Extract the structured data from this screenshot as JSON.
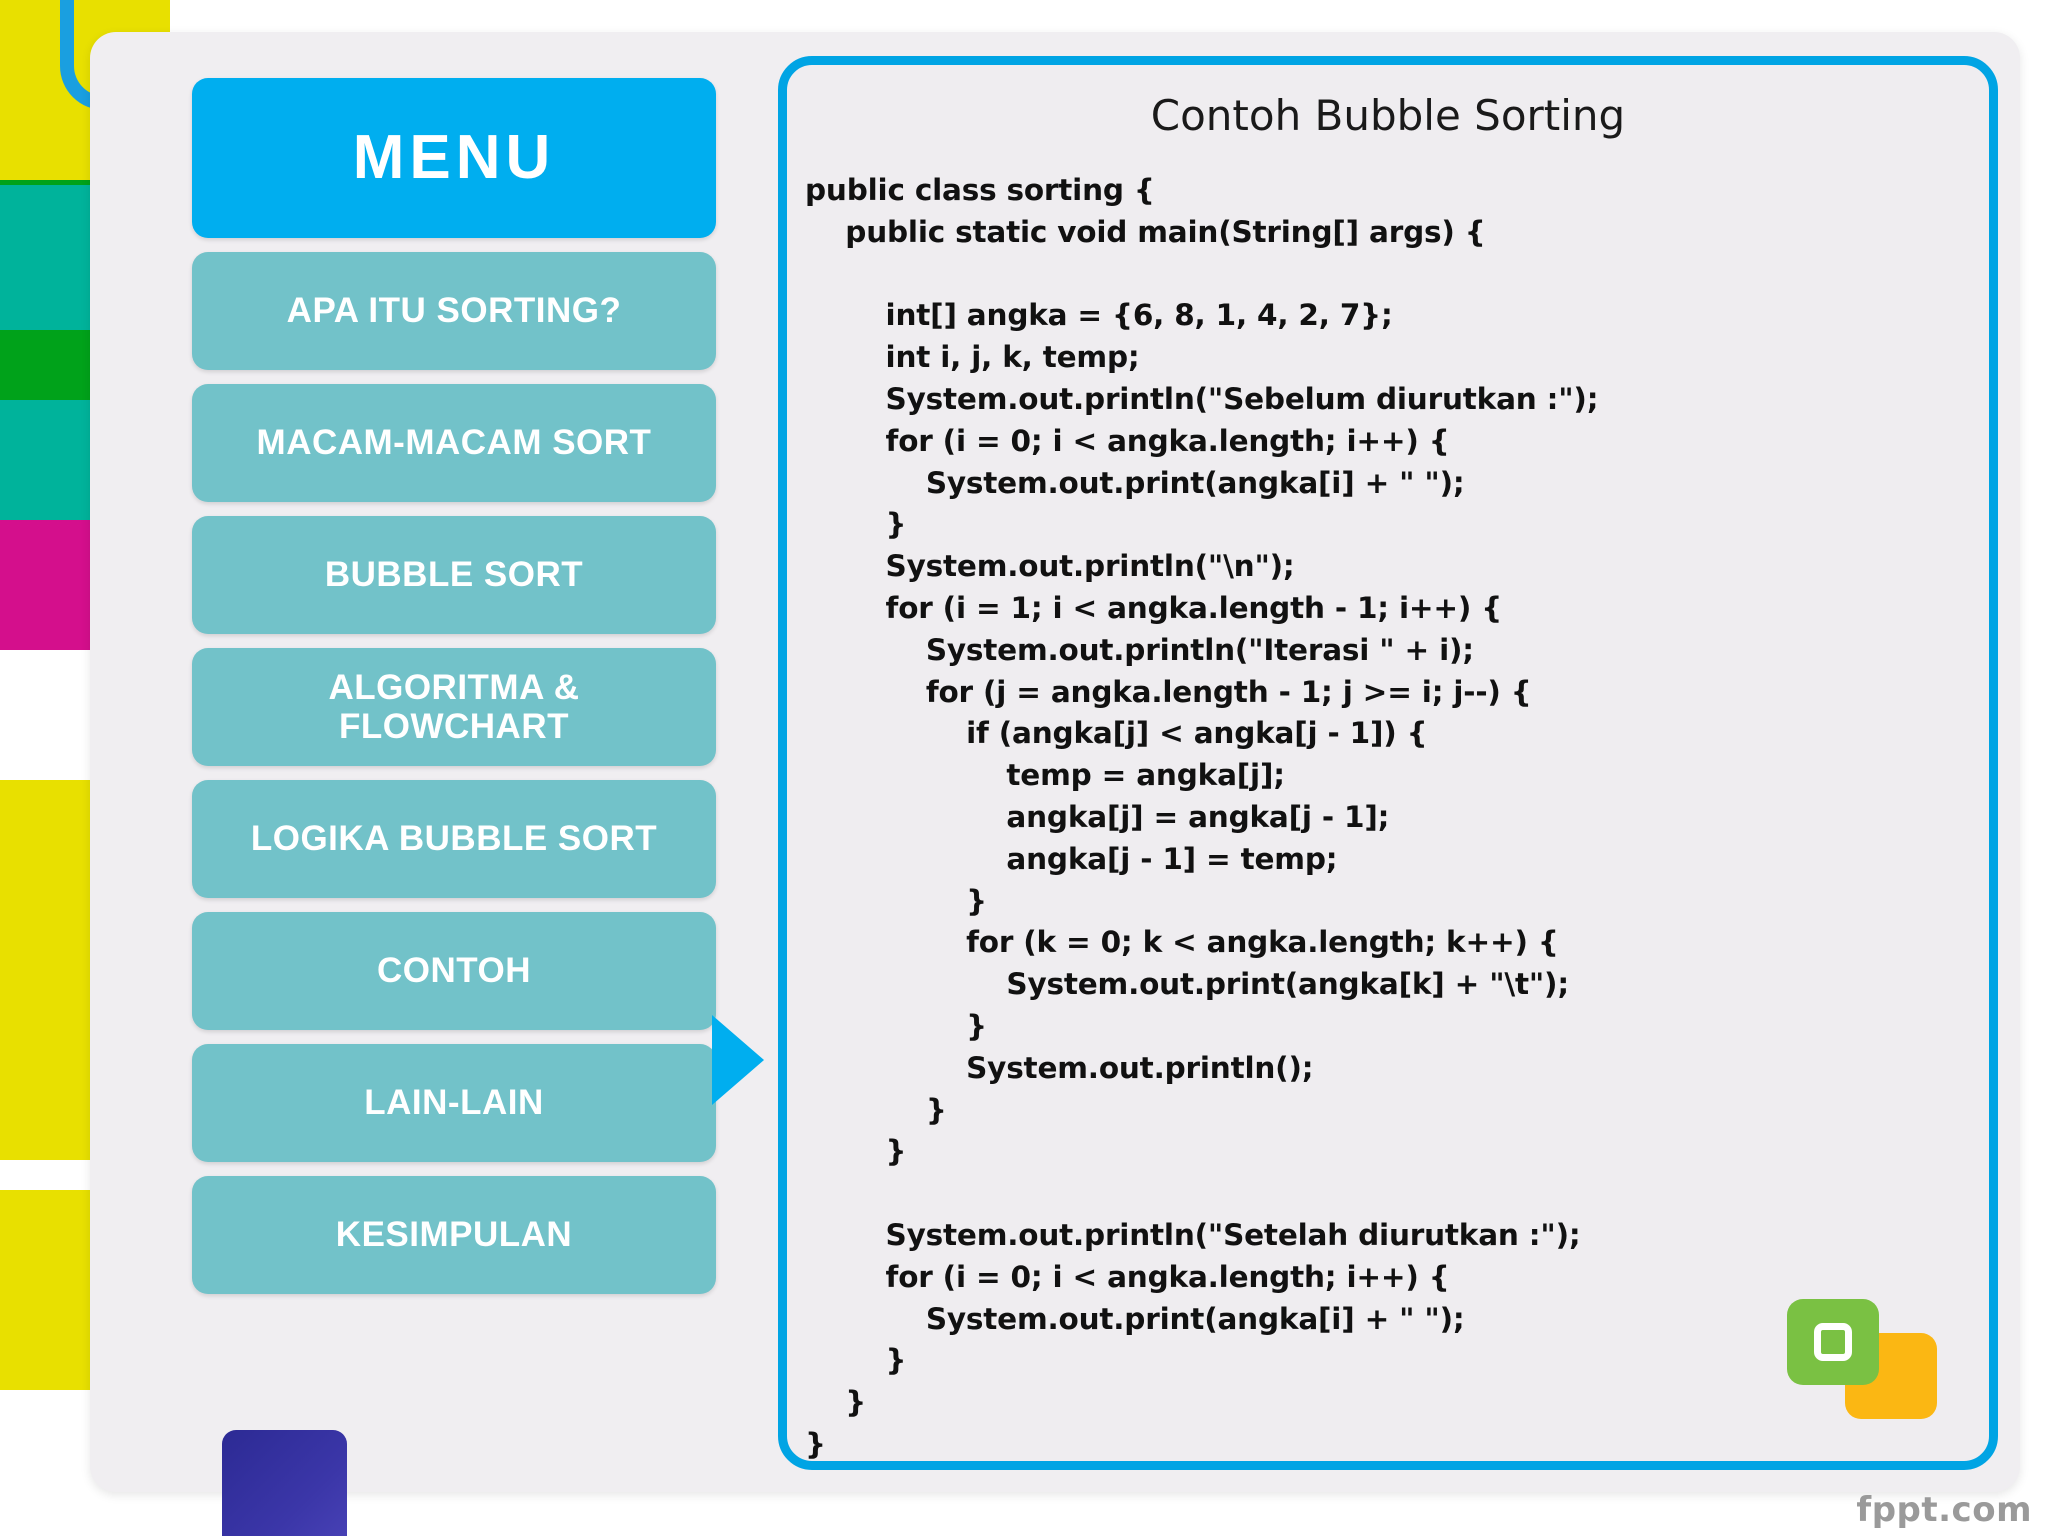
{
  "colors": {
    "accent_blue": "#00aeef",
    "panel_border_blue": "#00a4e4",
    "menu_item_teal": "#72c2c9",
    "deco_yellow": "#e8e000",
    "deco_green": "#00a21a",
    "deco_teal": "#00b39b",
    "deco_magenta": "#d40f8c",
    "deco_navy": "#2c2a94",
    "logo_green": "#7ac143",
    "logo_orange": "#fbb713",
    "card_bg": "#f0eef1",
    "text_dark": "#111111"
  },
  "sidebar": {
    "title": "MENU",
    "items": [
      {
        "label": "APA ITU SORTING?",
        "active": false
      },
      {
        "label": "MACAM-MACAM SORT",
        "active": false
      },
      {
        "label": "BUBBLE SORT",
        "active": false
      },
      {
        "label": "ALGORITMA  &\nFLOWCHART",
        "active": false
      },
      {
        "label": "LOGIKA BUBBLE SORT",
        "active": false
      },
      {
        "label": "CONTOH",
        "active": true
      },
      {
        "label": "LAIN-LAIN",
        "active": false
      },
      {
        "label": "KESIMPULAN",
        "active": false
      }
    ]
  },
  "content": {
    "title": "Contoh Bubble Sorting",
    "code_lines": [
      "public class sorting {",
      "    public static void main(String[] args) {",
      "",
      "        int[] angka = {6, 8, 1, 4, 2, 7};",
      "        int i, j, k, temp;",
      "        System.out.println(\"Sebelum diurutkan :\");",
      "        for (i = 0; i < angka.length; i++) {",
      "            System.out.print(angka[i] + \" \");",
      "        }",
      "        System.out.println(\"\\n\");",
      "        for (i = 1; i < angka.length - 1; i++) {",
      "            System.out.println(\"Iterasi \" + i);",
      "            for (j = angka.length - 1; j >= i; j--) {",
      "                if (angka[j] < angka[j - 1]) {",
      "                    temp = angka[j];",
      "                    angka[j] = angka[j - 1];",
      "                    angka[j - 1] = temp;",
      "                }",
      "                for (k = 0; k < angka.length; k++) {",
      "                    System.out.print(angka[k] + \"\\t\");",
      "                }",
      "                System.out.println();",
      "            }",
      "        }",
      "",
      "        System.out.println(\"Setelah diurutkan :\");",
      "        for (i = 0; i < angka.length; i++) {",
      "            System.out.print(angka[i] + \" \");",
      "        }",
      "    }",
      "}"
    ]
  },
  "watermark": {
    "text": "fppt.com"
  }
}
